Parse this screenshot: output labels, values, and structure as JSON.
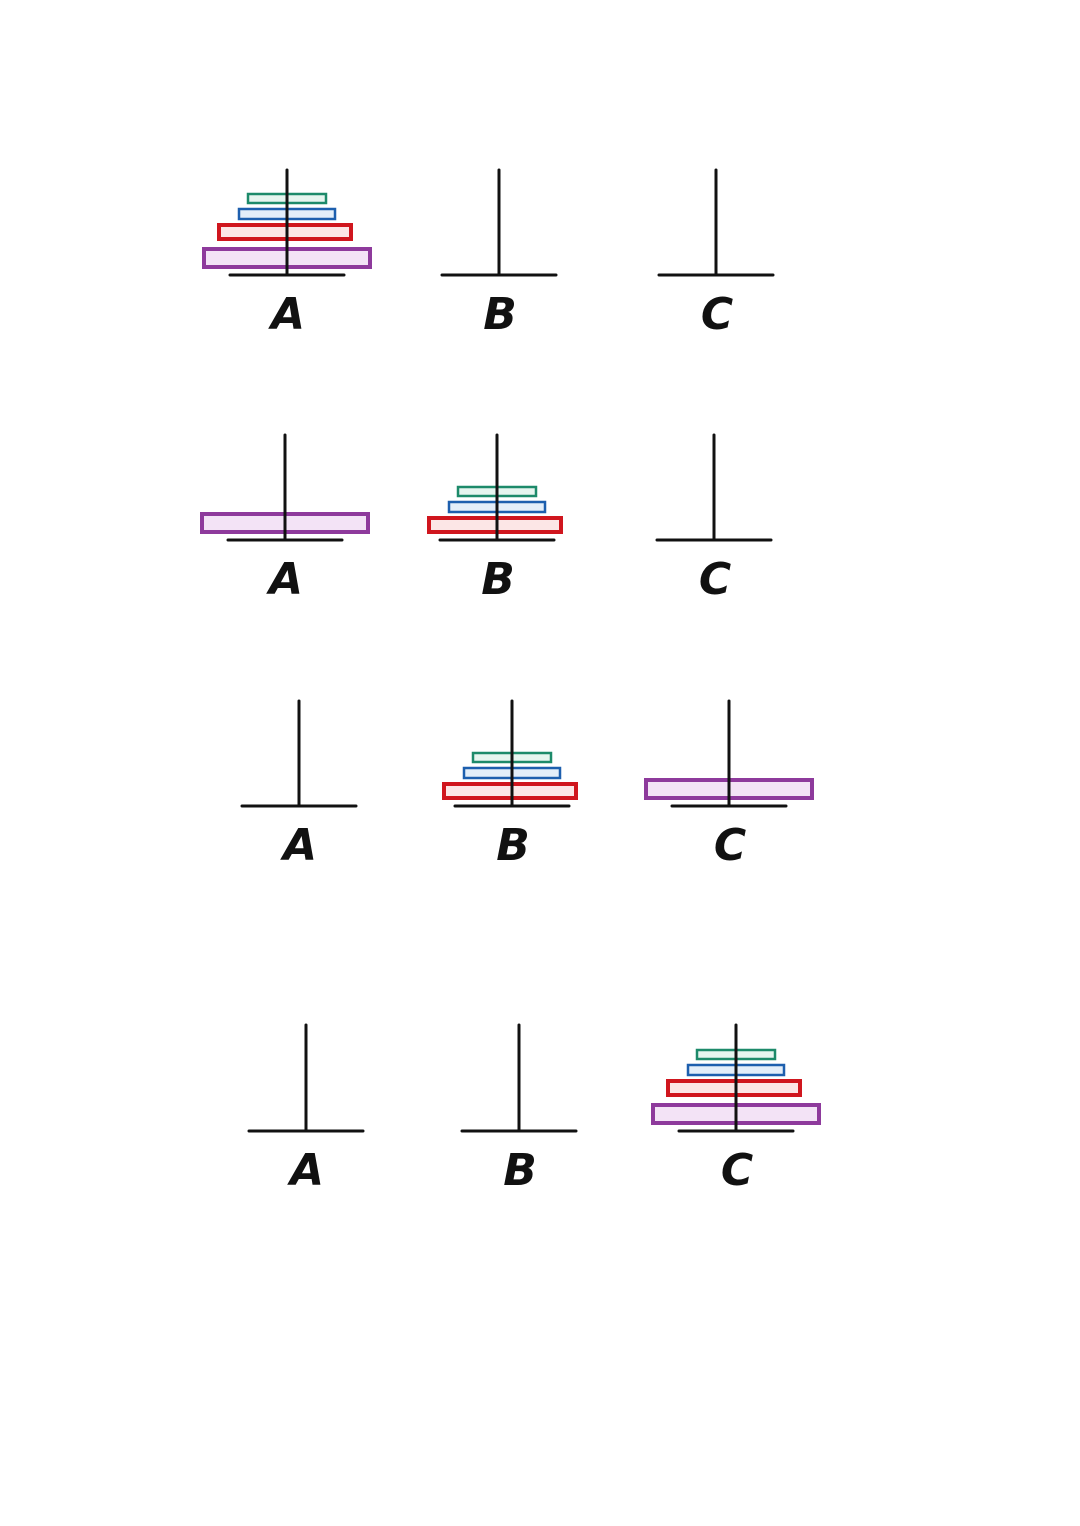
{
  "colors": {
    "purple": "#8e3a9c",
    "purple_fill": "#f3e3f6",
    "red": "#d0161e",
    "red_fill": "#fce6e6",
    "blue": "#1d5fae",
    "blue_fill": "#e3eef9",
    "green": "#1d8a6a",
    "green_fill": "#e6f5ef",
    "ink": "#111111"
  },
  "disks": [
    {
      "id": "purple",
      "size": 4
    },
    {
      "id": "red",
      "size": 3
    },
    {
      "id": "blue",
      "size": 2
    },
    {
      "id": "green",
      "size": 1
    }
  ],
  "steps": [
    {
      "pegs": [
        {
          "label": "A",
          "disks": [
            "purple",
            "red",
            "blue",
            "green"
          ]
        },
        {
          "label": "B",
          "disks": []
        },
        {
          "label": "C",
          "disks": []
        }
      ]
    },
    {
      "pegs": [
        {
          "label": "A",
          "disks": [
            "purple"
          ]
        },
        {
          "label": "B",
          "disks": [
            "red",
            "blue",
            "green"
          ]
        },
        {
          "label": "C",
          "disks": []
        }
      ]
    },
    {
      "pegs": [
        {
          "label": "A",
          "disks": []
        },
        {
          "label": "B",
          "disks": [
            "red",
            "blue",
            "green"
          ]
        },
        {
          "label": "C",
          "disks": [
            "purple"
          ]
        }
      ]
    },
    {
      "pegs": [
        {
          "label": "A",
          "disks": []
        },
        {
          "label": "B",
          "disks": []
        },
        {
          "label": "C",
          "disks": [
            "purple",
            "red",
            "blue",
            "green"
          ]
        }
      ]
    }
  ]
}
